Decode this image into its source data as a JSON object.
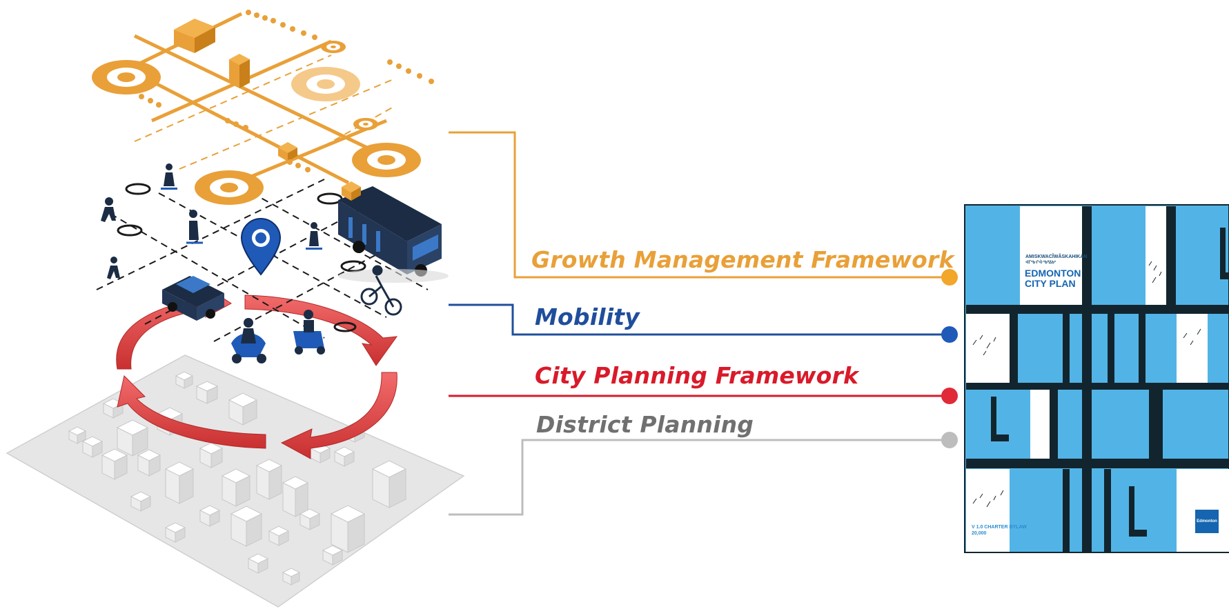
{
  "layers": [
    {
      "label": "Growth Management Framework",
      "color": "#E9A038"
    },
    {
      "label": "Mobility",
      "color": "#1F4E9C"
    },
    {
      "label": "City Planning Framework",
      "color": "#D91A2A"
    },
    {
      "label": "District Planning",
      "color": "#707070"
    }
  ],
  "cover": {
    "indigenous_name": "AMISKWACÎWÂSKAHIKAN",
    "syllabics": "ᐊᒥᐢᑲᐧᒋᐋᐧᐢᑲᐦᐃᑲᐣ",
    "title": "EDMONTON CITY PLAN",
    "version": "V 1.0 CHARTER BYLAW 20,000",
    "logo": "Edmonton",
    "colors": {
      "blue": "#52B4E6",
      "dark": "#12252E",
      "accent": "#1565B0"
    }
  }
}
